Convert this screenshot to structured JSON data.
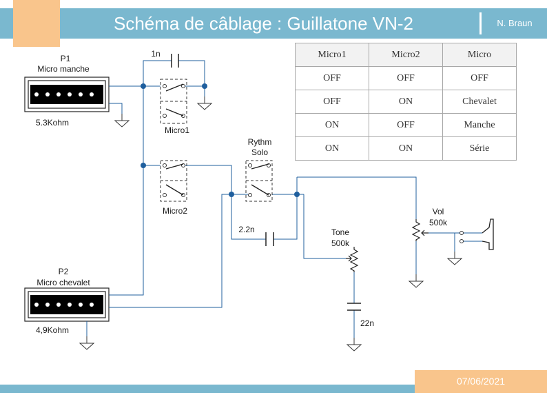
{
  "header": {
    "title": "Schéma de câblage : Guillatone VN-2",
    "author": "N. Braun"
  },
  "footer": {
    "date": "07/06/2021"
  },
  "table": {
    "headers": [
      "Micro1",
      "Micro2",
      "Micro"
    ],
    "rows": [
      [
        "OFF",
        "OFF",
        "OFF"
      ],
      [
        "OFF",
        "ON",
        "Chevalet"
      ],
      [
        "ON",
        "OFF",
        "Manche"
      ],
      [
        "ON",
        "ON",
        "Série"
      ]
    ]
  },
  "pickup1": {
    "name": "P1",
    "desc": "Micro manche",
    "value": "5.3Kohm"
  },
  "pickup2": {
    "name": "P2",
    "desc": "Micro chevalet",
    "value": "4,9Kohm"
  },
  "cap1": "1n",
  "switch1": "Micro1",
  "switch2": "Micro2",
  "switch3": {
    "line1": "Rythm",
    "line2": "Solo"
  },
  "cap_bright": "2.2n",
  "tone": {
    "name": "Tone",
    "value": "500k"
  },
  "cap_tone": "22n",
  "volume": {
    "name": "Vol",
    "value": "500k"
  },
  "colors": {
    "header": "#7ab8cf",
    "accent": "#f9c58c",
    "wire": "#1f5f9e"
  }
}
